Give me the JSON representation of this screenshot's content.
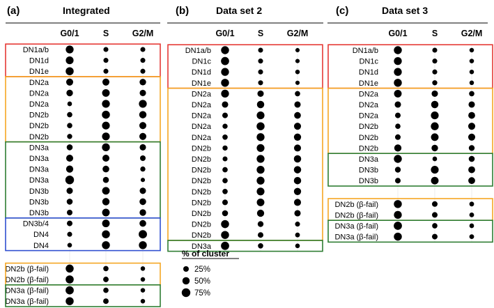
{
  "chart_data": [
    {
      "type": "dot",
      "panel": "(a)",
      "title": "Integrated",
      "columns": [
        "G0/1",
        "S",
        "G2/M"
      ],
      "boxes": [
        {
          "color": "#e53935",
          "first_row": 0,
          "last_row": 2
        },
        {
          "color": "#f5a623",
          "first_row": 3,
          "last_row": 8
        },
        {
          "color": "#2e7d32",
          "first_row": 9,
          "last_row": 15
        },
        {
          "color": "#2f4fd0",
          "first_row": 16,
          "last_row": 18
        },
        {
          "color": "#f5a623",
          "first_row": 19,
          "last_row": 20
        },
        {
          "color": "#2e7d32",
          "first_row": 21,
          "last_row": 22
        }
      ],
      "gap_before_row": 19,
      "rows": [
        {
          "label": "DN1a/b",
          "values": [
            60,
            18,
            18
          ]
        },
        {
          "label": "DN1d",
          "values": [
            58,
            18,
            18
          ]
        },
        {
          "label": "DN1e",
          "values": [
            62,
            18,
            18
          ]
        },
        {
          "label": "DN2a",
          "values": [
            45,
            45,
            38
          ]
        },
        {
          "label": "DN2a",
          "values": [
            38,
            55,
            35
          ]
        },
        {
          "label": "DN2a",
          "values": [
            15,
            60,
            60
          ]
        },
        {
          "label": "DN2b",
          "values": [
            22,
            62,
            50
          ]
        },
        {
          "label": "DN2b",
          "values": [
            22,
            58,
            45
          ]
        },
        {
          "label": "DN2b",
          "values": [
            20,
            58,
            45
          ]
        },
        {
          "label": "DN3a",
          "values": [
            30,
            60,
            35
          ]
        },
        {
          "label": "DN3a",
          "values": [
            45,
            45,
            25
          ]
        },
        {
          "label": "DN3a",
          "values": [
            48,
            40,
            20
          ]
        },
        {
          "label": "DN3a",
          "values": [
            75,
            30,
            12
          ]
        },
        {
          "label": "DN3b",
          "values": [
            35,
            55,
            35
          ]
        },
        {
          "label": "DN3b",
          "values": [
            30,
            50,
            40
          ]
        },
        {
          "label": "DN3b",
          "values": [
            25,
            55,
            38
          ]
        },
        {
          "label": "DN3b/4",
          "values": [
            25,
            55,
            40
          ]
        },
        {
          "label": "DN4",
          "values": [
            18,
            62,
            68
          ]
        },
        {
          "label": "DN4",
          "values": [
            15,
            62,
            62
          ]
        },
        {
          "label": "DN2b (β-fail)",
          "values": [
            62,
            22,
            14
          ]
        },
        {
          "label": "DN2b (β-fail)",
          "values": [
            64,
            24,
            14
          ]
        },
        {
          "label": "DN3a (β-fail)",
          "values": [
            66,
            22,
            14
          ]
        },
        {
          "label": "DN3a (β-fail)",
          "values": [
            62,
            24,
            14
          ]
        }
      ]
    },
    {
      "type": "dot",
      "panel": "(b)",
      "title": "Data set 2",
      "columns": [
        "G0/1",
        "S",
        "G2/M"
      ],
      "boxes": [
        {
          "color": "#e53935",
          "first_row": 0,
          "last_row": 3
        },
        {
          "color": "#f5a623",
          "first_row": 4,
          "last_row": 17
        },
        {
          "color": "#2e7d32",
          "first_row": 18,
          "last_row": 18
        }
      ],
      "gap_before_row": null,
      "rows": [
        {
          "label": "DN1a/b",
          "values": [
            62,
            18,
            12
          ]
        },
        {
          "label": "DN1c",
          "values": [
            64,
            18,
            12
          ]
        },
        {
          "label": "DN1d",
          "values": [
            60,
            18,
            14
          ]
        },
        {
          "label": "DN1e",
          "values": [
            62,
            18,
            12
          ]
        },
        {
          "label": "DN2a",
          "values": [
            60,
            35,
            22
          ]
        },
        {
          "label": "DN2a",
          "values": [
            35,
            50,
            35
          ]
        },
        {
          "label": "DN2a",
          "values": [
            25,
            58,
            40
          ]
        },
        {
          "label": "DN2a",
          "values": [
            20,
            62,
            45
          ]
        },
        {
          "label": "DN2a",
          "values": [
            22,
            60,
            48
          ]
        },
        {
          "label": "DN2b",
          "values": [
            20,
            58,
            45
          ]
        },
        {
          "label": "DN2b",
          "values": [
            18,
            60,
            50
          ]
        },
        {
          "label": "DN2b",
          "values": [
            22,
            60,
            50
          ]
        },
        {
          "label": "DN2b",
          "values": [
            22,
            60,
            50
          ]
        },
        {
          "label": "DN2b",
          "values": [
            22,
            58,
            48
          ]
        },
        {
          "label": "DN2b",
          "values": [
            25,
            55,
            45
          ]
        },
        {
          "label": "DN2b",
          "values": [
            30,
            48,
            35
          ]
        },
        {
          "label": "DN2b",
          "values": [
            62,
            28,
            18
          ]
        },
        {
          "label": "DN2b",
          "values": [
            62,
            25,
            16
          ]
        },
        {
          "label": "DN3a",
          "values": [
            66,
            22,
            15
          ]
        }
      ],
      "legend": {
        "title": "% of cluster",
        "items": [
          {
            "label": "25%",
            "value": 25
          },
          {
            "label": "50%",
            "value": 50
          },
          {
            "label": "75%",
            "value": 75
          }
        ]
      }
    },
    {
      "type": "dot",
      "panel": "(c)",
      "title": "Data set 3",
      "columns": [
        "G0/1",
        "S",
        "G2/M"
      ],
      "boxes": [
        {
          "color": "#e53935",
          "first_row": 0,
          "last_row": 3
        },
        {
          "color": "#f5a623",
          "first_row": 4,
          "last_row": 9
        },
        {
          "color": "#2e7d32",
          "first_row": 10,
          "last_row": 12
        },
        {
          "color": "#f5a623",
          "first_row": 13,
          "last_row": 14
        },
        {
          "color": "#2e7d32",
          "first_row": 15,
          "last_row": 16
        }
      ],
      "gap_before_row": 13,
      "rows": [
        {
          "label": "DN1a/b",
          "values": [
            62,
            18,
            14
          ]
        },
        {
          "label": "DN1c",
          "values": [
            60,
            18,
            14
          ]
        },
        {
          "label": "DN1d",
          "values": [
            60,
            18,
            14
          ]
        },
        {
          "label": "DN1e",
          "values": [
            62,
            20,
            14
          ]
        },
        {
          "label": "DN2a",
          "values": [
            55,
            35,
            22
          ]
        },
        {
          "label": "DN2a",
          "values": [
            35,
            50,
            35
          ]
        },
        {
          "label": "DN2a",
          "values": [
            25,
            58,
            42
          ]
        },
        {
          "label": "DN2b",
          "values": [
            22,
            60,
            45
          ]
        },
        {
          "label": "DN2b",
          "values": [
            25,
            55,
            45
          ]
        },
        {
          "label": "DN2b",
          "values": [
            48,
            38,
            28
          ]
        },
        {
          "label": "DN3a",
          "values": [
            62,
            15,
            30
          ]
        },
        {
          "label": "DN3b",
          "values": [
            28,
            58,
            42
          ]
        },
        {
          "label": "DN3b",
          "values": [
            25,
            55,
            42
          ]
        },
        {
          "label": "DN2b (β-fail)",
          "values": [
            62,
            25,
            16
          ]
        },
        {
          "label": "DN2b (β-fail)",
          "values": [
            60,
            25,
            16
          ]
        },
        {
          "label": "DN3a (β-fail)",
          "values": [
            66,
            22,
            15
          ]
        },
        {
          "label": "DN3a (β-fail)",
          "values": [
            62,
            25,
            16
          ]
        }
      ]
    }
  ]
}
